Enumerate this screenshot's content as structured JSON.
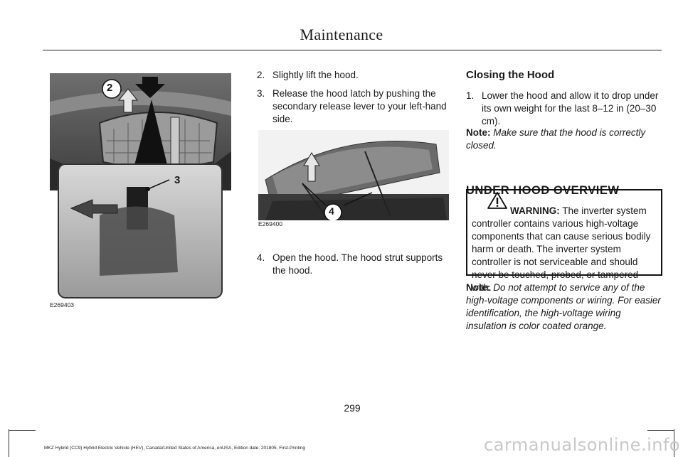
{
  "header": {
    "title": "Maintenance"
  },
  "left_figure": {
    "callout_a": "2",
    "callout_b": "3",
    "code": "E269403"
  },
  "col2": {
    "steps": [
      {
        "num": "2.",
        "text": "Slightly lift the hood."
      },
      {
        "num": "3.",
        "text": "Release the hood latch by pushing the secondary release lever to your left-hand side."
      }
    ],
    "figure": {
      "callout": "4",
      "code": "E269400"
    },
    "step4": {
      "num": "4.",
      "text": "Open the hood.  The hood strut supports the hood."
    }
  },
  "col3": {
    "heading": "Closing the Hood",
    "step1": {
      "num": "1.",
      "text": "Lower the hood and allow it to drop under its own weight for the last 8–12 in (20–30 cm)."
    },
    "note1": {
      "label": "Note:",
      "text": "Make sure that the hood is correctly closed."
    },
    "section_title": "UNDER HOOD OVERVIEW",
    "warning": {
      "label": "WARNING:",
      "text": "The inverter system controller contains various high-voltage components that can cause serious bodily harm or death. The inverter system controller is not serviceable and should never be touched, probed, or tampered with."
    },
    "note2": {
      "label": "Note:",
      "text": "Do not attempt to service any of the high-voltage components or wiring. For easier identification, the high-voltage wiring insulation is color coated orange."
    }
  },
  "page_number": "299",
  "footer": "MKZ Hybrid (CC9) Hybrid Electric Vehicle (HEV), Canada/United States of America, enUSA, Edition date: 201805, First-Printing",
  "watermark": "carmanualsonline.info"
}
